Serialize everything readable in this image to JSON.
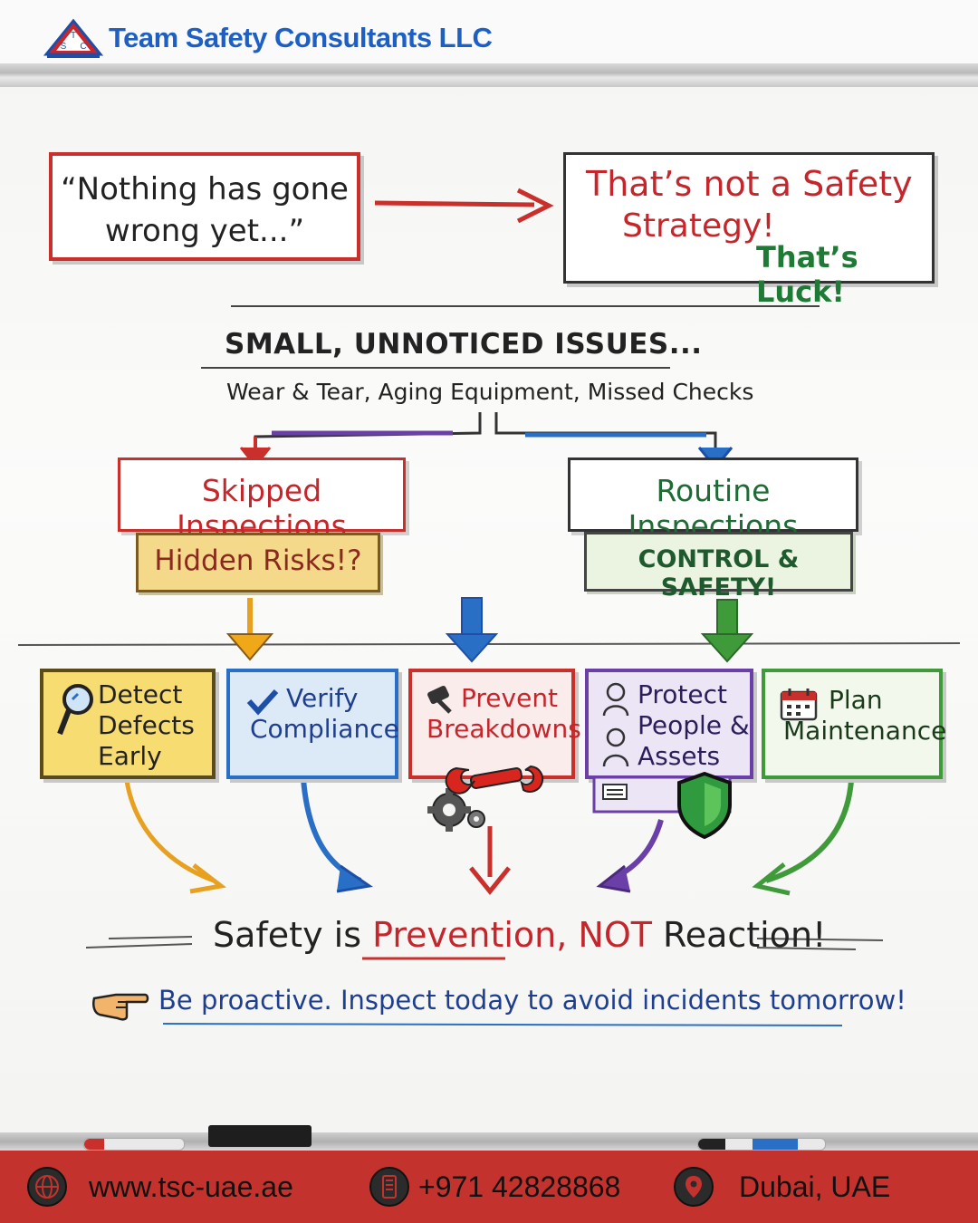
{
  "header": {
    "company": "Team Safety Consultants LLC",
    "logo_letters": [
      "T",
      "S",
      "C"
    ]
  },
  "top": {
    "quote": "“Nothing has gone\nwrong yet...”",
    "strategy_line1": "That’s not a Safety",
    "strategy_line2": "Strategy!",
    "luck": "That’s Luck!"
  },
  "issues": {
    "title": "SMALL, UNNOTICED ISSUES...",
    "subtitle": "Wear & Tear, Aging Equipment, Missed Checks"
  },
  "branches": {
    "skipped": "Skipped Inspections",
    "hidden": "Hidden Risks!?",
    "routine": "Routine Inspections",
    "control": "CONTROL & SAFETY!"
  },
  "cards": [
    {
      "label": "Detect\nDefects\nEarly",
      "icon": "magnifier-icon"
    },
    {
      "label": "Verify\nCompliance",
      "icon": "checkmark-icon"
    },
    {
      "label": "Prevent\nBreakdowns",
      "icon": "wrench-gear-icon"
    },
    {
      "label": "Protect\nPeople &\nAssets",
      "icon": "people-shield-icon"
    },
    {
      "label": "Plan\nMaintenance",
      "icon": "calendar-icon"
    }
  ],
  "slogan": {
    "part1": "Safety is ",
    "part2": "Prevention, NOT",
    "part3": " Reaction!"
  },
  "cta": "Be proactive. Inspect today to avoid incidents tomorrow!",
  "footer": {
    "website": "www.tsc-uae.ae",
    "phone": "+971 42828868",
    "location": "Dubai, UAE"
  },
  "colors": {
    "red": "#c4262b",
    "blue": "#2a6fc6",
    "green": "#3f9a3a",
    "purple": "#6b3fa8",
    "yellow": "#f7dc72"
  }
}
